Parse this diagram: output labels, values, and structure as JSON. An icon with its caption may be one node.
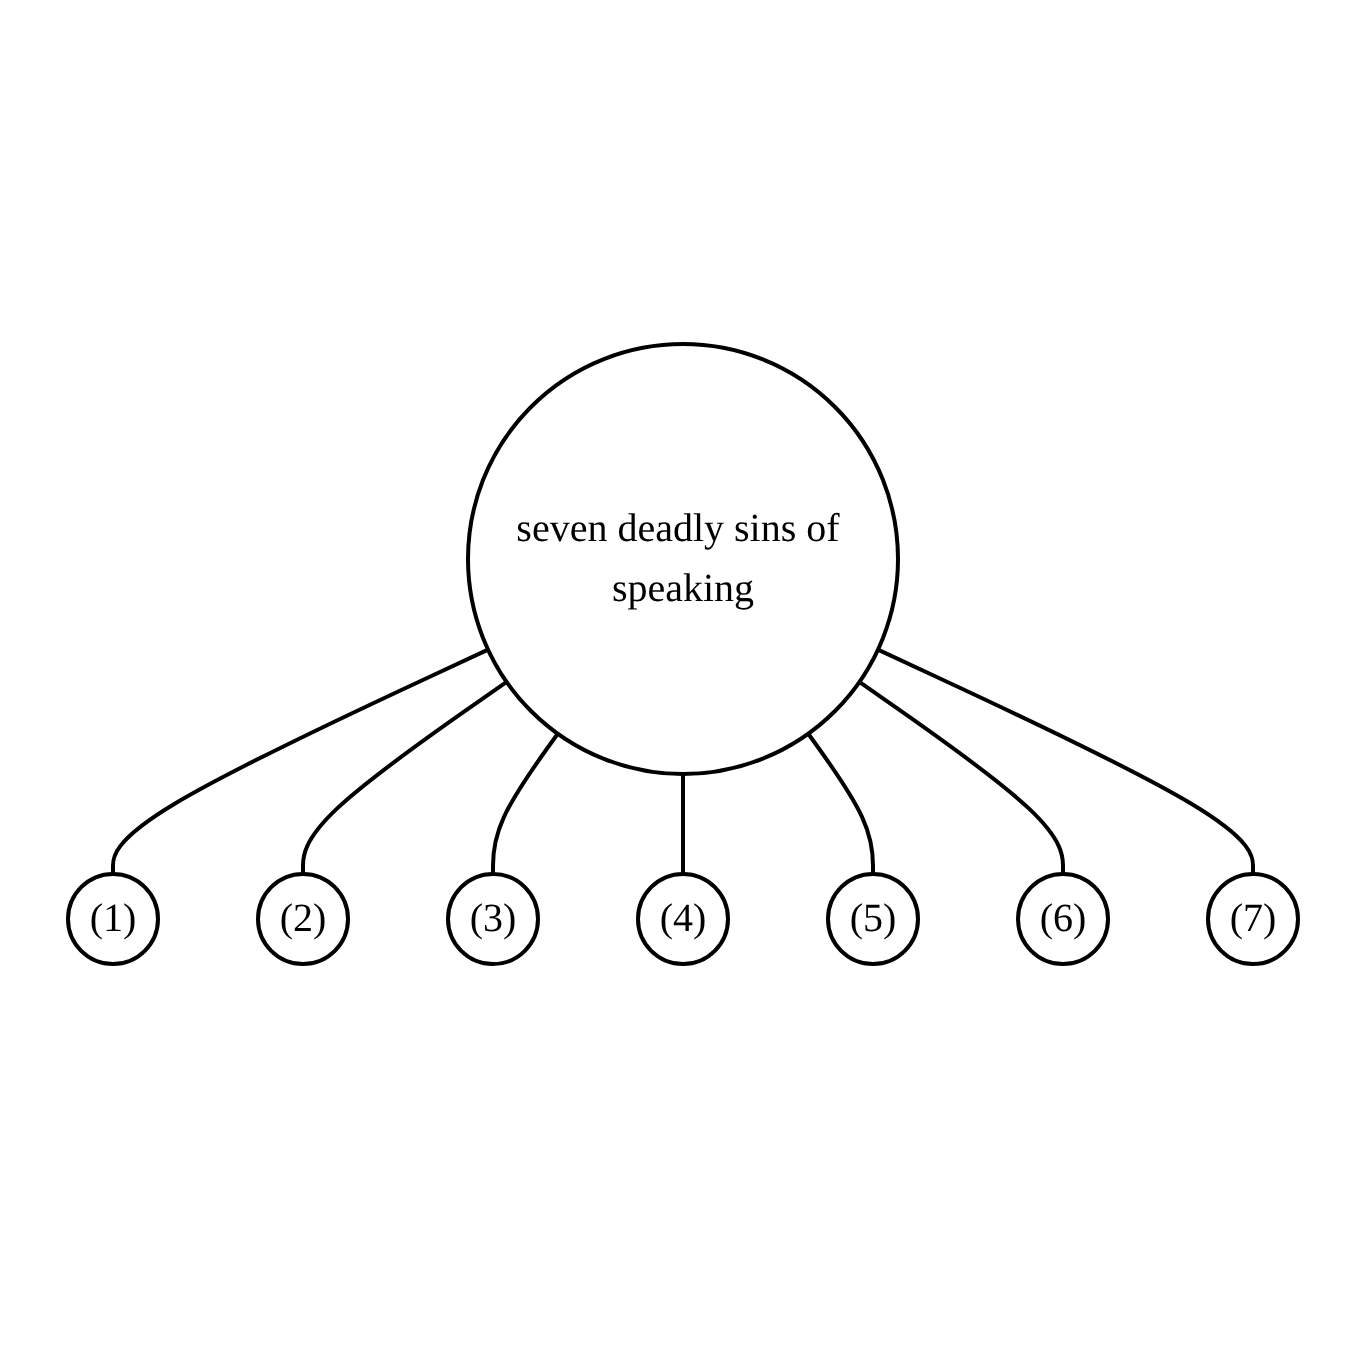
{
  "diagram": {
    "nodes": [
      {
        "text": [
          "seven deadly sins of speaking"
        ]
      },
      {
        "text": [
          "(1)"
        ]
      },
      {
        "text": [
          "(2)"
        ]
      },
      {
        "text": [
          "(3)"
        ]
      },
      {
        "text": [
          "(4)"
        ]
      },
      {
        "text": [
          "(5)"
        ]
      },
      {
        "text": [
          "(6)"
        ]
      },
      {
        "text": [
          "(7)"
        ]
      }
    ],
    "edges": [
      {
        "from": 0,
        "to": 1,
        "arrow": "none"
      },
      {
        "from": 0,
        "to": 2,
        "arrow": "none"
      },
      {
        "from": 0,
        "to": 3,
        "arrow": "none"
      },
      {
        "from": 0,
        "to": 4,
        "arrow": "none"
      },
      {
        "from": 0,
        "to": 5,
        "arrow": "none"
      },
      {
        "from": 0,
        "to": 6,
        "arrow": "none"
      },
      {
        "from": 0,
        "to": 7,
        "arrow": "none"
      }
    ]
  }
}
